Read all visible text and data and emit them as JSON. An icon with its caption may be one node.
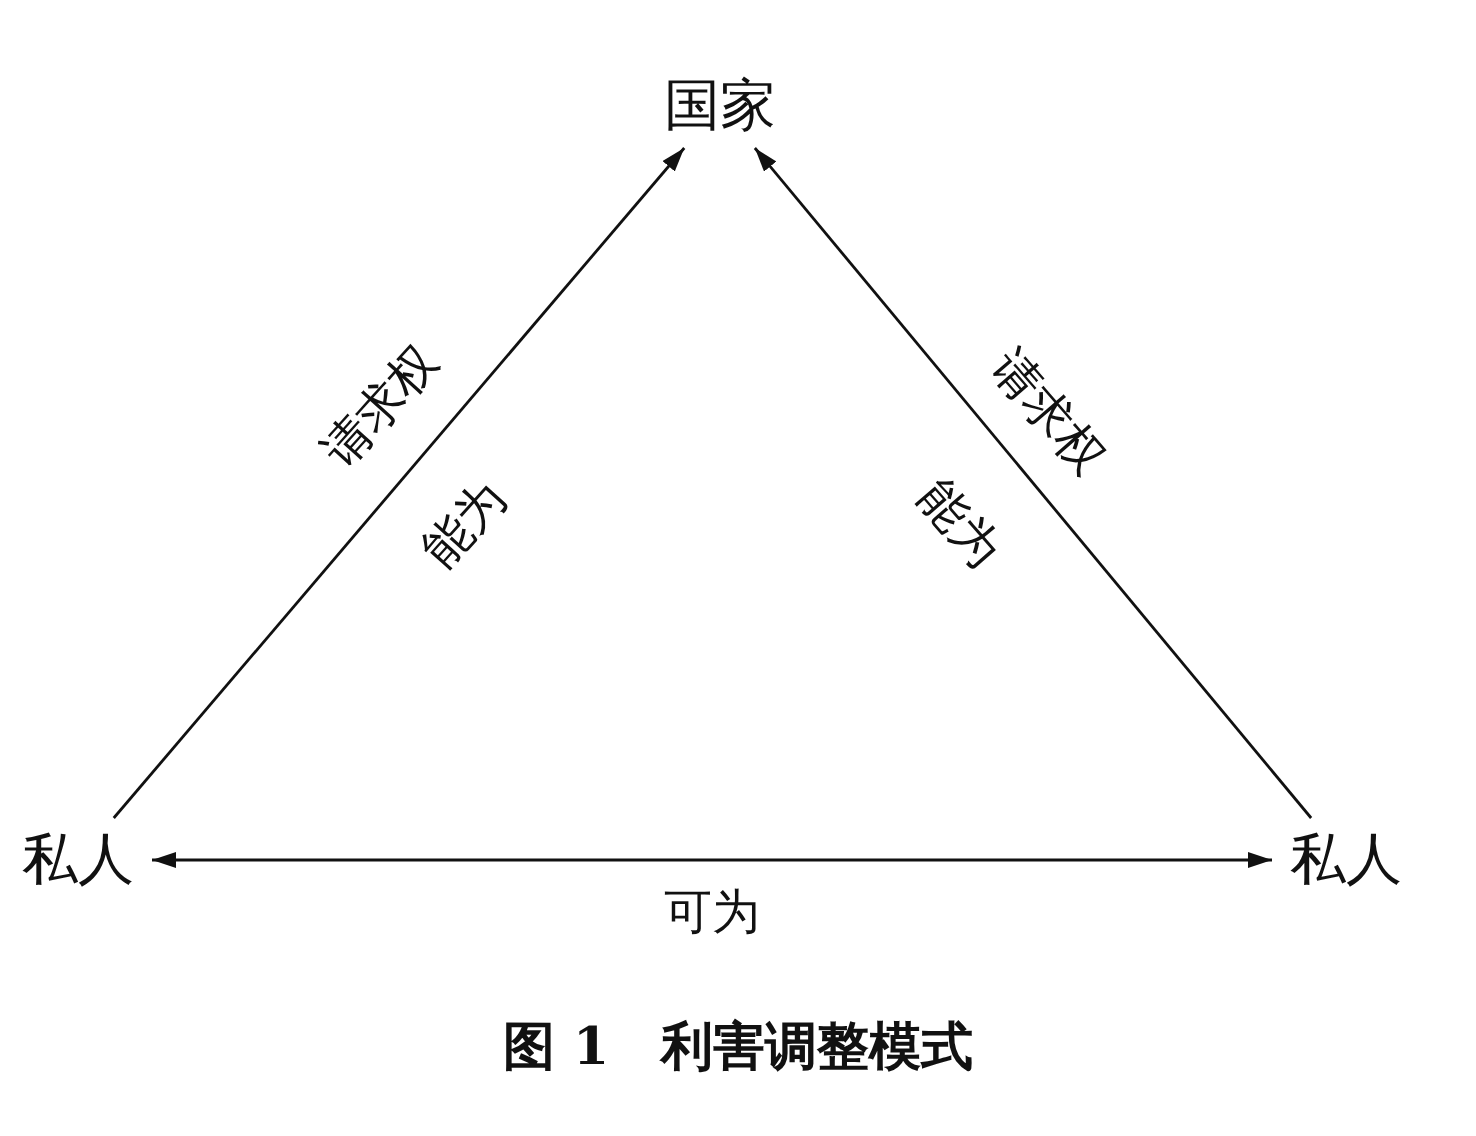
{
  "diagram": {
    "caption": "图 1　利害调整模式",
    "nodes": [
      {
        "text": [
          "国家"
        ]
      },
      {
        "text": [
          "私人"
        ]
      },
      {
        "text": [
          "私人"
        ]
      }
    ],
    "edges": [
      {
        "from": 1,
        "to": 0,
        "arrow": "to",
        "label": "请求权"
      },
      {
        "from": 2,
        "to": 0,
        "arrow": "to",
        "label": "请求权"
      },
      {
        "from": 1,
        "to": 2,
        "arrow": "both",
        "label": "可为"
      }
    ],
    "labels": [
      "能为",
      "能为"
    ]
  }
}
